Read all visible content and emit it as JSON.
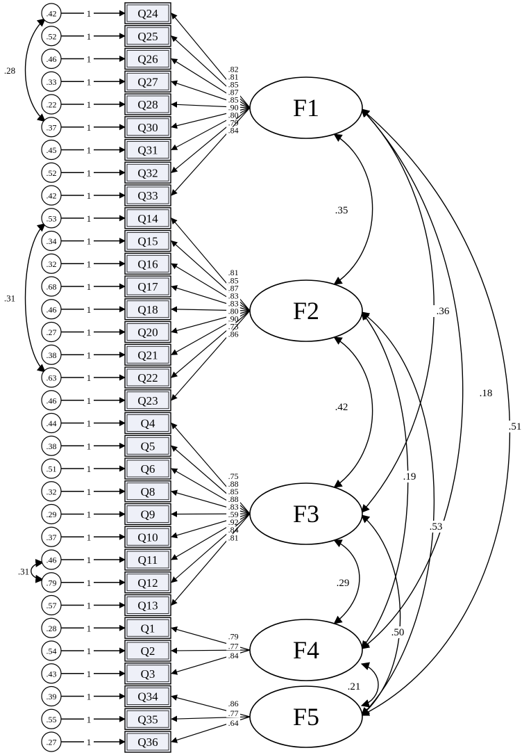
{
  "factors": [
    {
      "label": "F1"
    },
    {
      "label": "F2"
    },
    {
      "label": "F3"
    },
    {
      "label": "F4"
    },
    {
      "label": "F5"
    }
  ],
  "items": [
    {
      "label": "Q24",
      "error": ".42",
      "fixed": "1",
      "factor": 0,
      "loading": ".82"
    },
    {
      "label": "Q25",
      "error": ".52",
      "fixed": "1",
      "factor": 0,
      "loading": ".81"
    },
    {
      "label": "Q26",
      "error": ".46",
      "fixed": "1",
      "factor": 0,
      "loading": ".85"
    },
    {
      "label": "Q27",
      "error": ".33",
      "fixed": "1",
      "factor": 0,
      "loading": ".87"
    },
    {
      "label": "Q28",
      "error": ".22",
      "fixed": "1",
      "factor": 0,
      "loading": ".85"
    },
    {
      "label": "Q30",
      "error": ".37",
      "fixed": "1",
      "factor": 0,
      "loading": ".90"
    },
    {
      "label": "Q31",
      "error": ".45",
      "fixed": "1",
      "factor": 0,
      "loading": ".80"
    },
    {
      "label": "Q32",
      "error": ".52",
      "fixed": "1",
      "factor": 0,
      "loading": ".79"
    },
    {
      "label": "Q33",
      "error": ".42",
      "fixed": "1",
      "factor": 0,
      "loading": ".84"
    },
    {
      "label": "Q14",
      "error": ".53",
      "fixed": "1",
      "factor": 1,
      "loading": ".81"
    },
    {
      "label": "Q15",
      "error": ".34",
      "fixed": "1",
      "factor": 1,
      "loading": ".85"
    },
    {
      "label": "Q16",
      "error": ".32",
      "fixed": "1",
      "factor": 1,
      "loading": ".87"
    },
    {
      "label": "Q17",
      "error": ".68",
      "fixed": "1",
      "factor": 1,
      "loading": ".83"
    },
    {
      "label": "Q18",
      "error": ".46",
      "fixed": "1",
      "factor": 1,
      "loading": ".83"
    },
    {
      "label": "Q20",
      "error": ".27",
      "fixed": "1",
      "factor": 1,
      "loading": ".80"
    },
    {
      "label": "Q21",
      "error": ".38",
      "fixed": "1",
      "factor": 1,
      "loading": ".90"
    },
    {
      "label": "Q22",
      "error": ".63",
      "fixed": "1",
      "factor": 1,
      "loading": ".73"
    },
    {
      "label": "Q23",
      "error": ".46",
      "fixed": "1",
      "factor": 1,
      "loading": ".86"
    },
    {
      "label": "Q4",
      "error": ".44",
      "fixed": "1",
      "factor": 2,
      "loading": ".75"
    },
    {
      "label": "Q5",
      "error": ".38",
      "fixed": "1",
      "factor": 2,
      "loading": ".88"
    },
    {
      "label": "Q6",
      "error": ".51",
      "fixed": "1",
      "factor": 2,
      "loading": ".85"
    },
    {
      "label": "Q8",
      "error": ".32",
      "fixed": "1",
      "factor": 2,
      "loading": ".88"
    },
    {
      "label": "Q9",
      "error": ".29",
      "fixed": "1",
      "factor": 2,
      "loading": ".83"
    },
    {
      "label": "Q10",
      "error": ".37",
      "fixed": "1",
      "factor": 2,
      "loading": ".59"
    },
    {
      "label": "Q11",
      "error": ".46",
      "fixed": "1",
      "factor": 2,
      "loading": ".92"
    },
    {
      "label": "Q12",
      "error": ".79",
      "fixed": "1",
      "factor": 2,
      "loading": ".84"
    },
    {
      "label": "Q13",
      "error": ".57",
      "fixed": "1",
      "factor": 2,
      "loading": ".81"
    },
    {
      "label": "Q1",
      "error": ".28",
      "fixed": "1",
      "factor": 3,
      "loading": ".79"
    },
    {
      "label": "Q2",
      "error": ".54",
      "fixed": "1",
      "factor": 3,
      "loading": ".77"
    },
    {
      "label": "Q3",
      "error": ".43",
      "fixed": "1",
      "factor": 3,
      "loading": ".84"
    },
    {
      "label": "Q34",
      "error": ".39",
      "fixed": "1",
      "factor": 4,
      "loading": ".86"
    },
    {
      "label": "Q35",
      "error": ".55",
      "fixed": "1",
      "factor": 4,
      "loading": ".77"
    },
    {
      "label": "Q36",
      "error": ".27",
      "fixed": "1",
      "factor": 4,
      "loading": ".64"
    }
  ],
  "factor_correlations": [
    {
      "from": 0,
      "to": 1,
      "value": ".35"
    },
    {
      "from": 1,
      "to": 2,
      "value": ".42"
    },
    {
      "from": 2,
      "to": 3,
      "value": ".29"
    },
    {
      "from": 3,
      "to": 4,
      "value": ".21"
    },
    {
      "from": 0,
      "to": 2,
      "value": ".36"
    },
    {
      "from": 0,
      "to": 3,
      "value": ".18"
    },
    {
      "from": 0,
      "to": 4,
      "value": ".51"
    },
    {
      "from": 1,
      "to": 3,
      "value": ".19"
    },
    {
      "from": 1,
      "to": 4,
      "value": ".53"
    },
    {
      "from": 2,
      "to": 4,
      "value": ".50"
    }
  ],
  "error_covariances": [
    {
      "from": 0,
      "to": 5,
      "value": ".28"
    },
    {
      "from": 9,
      "to": 16,
      "value": ".31"
    },
    {
      "from": 24,
      "to": 25,
      "value": ".31"
    }
  ]
}
